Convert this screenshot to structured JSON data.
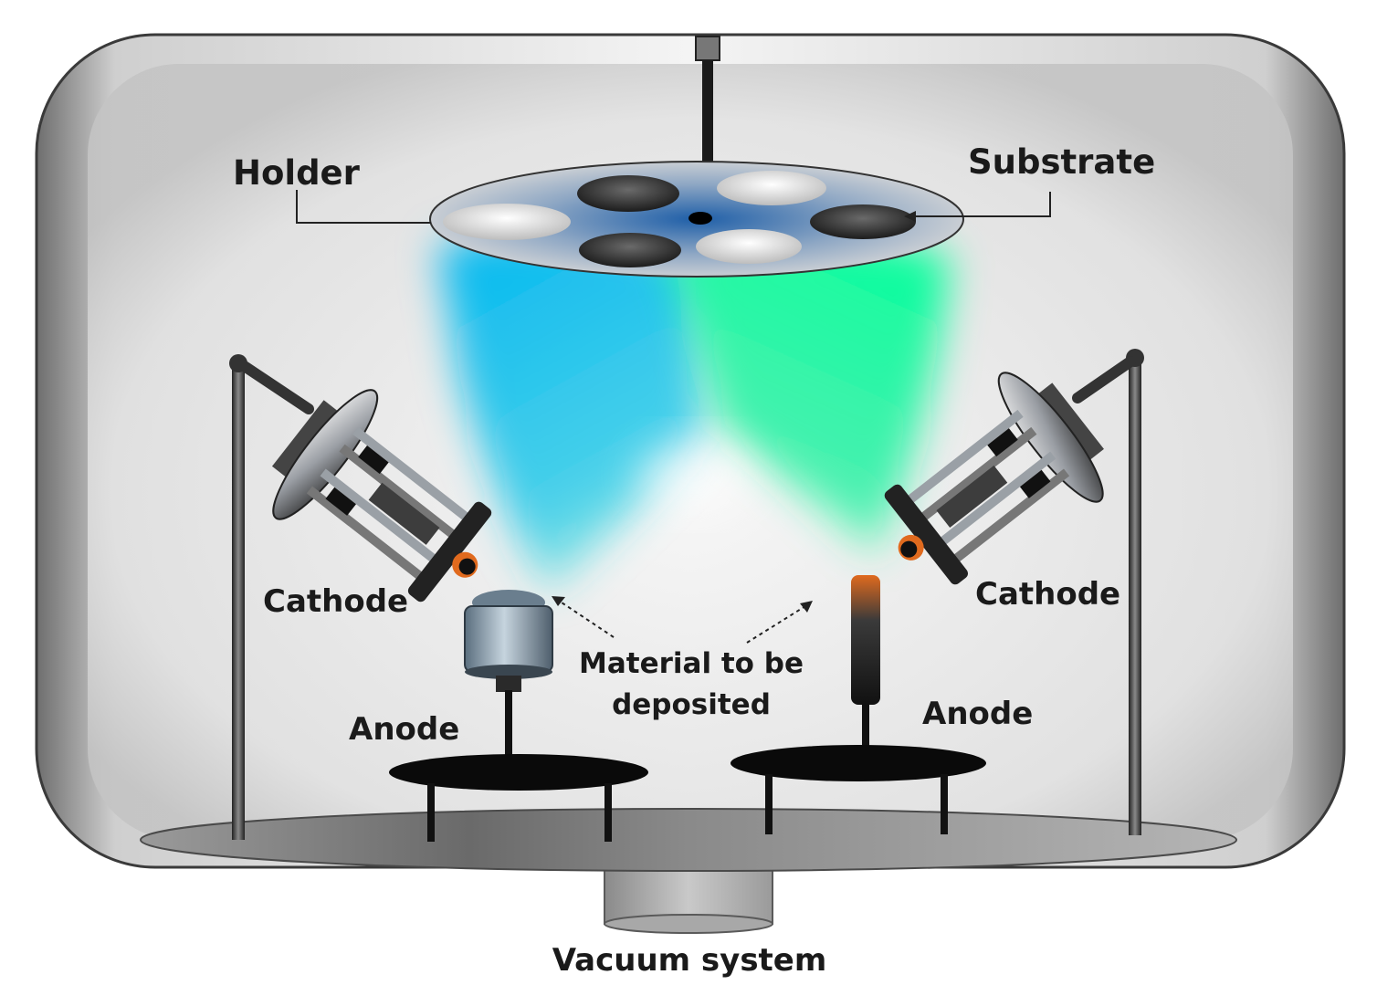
{
  "labels": {
    "holder": "Holder",
    "substrate": "Substrate",
    "cathode_left": "Cathode",
    "cathode_right": "Cathode",
    "material_line1": "Material to be",
    "material_line2": "deposited",
    "anode_left": "Anode",
    "anode_right": "Anode",
    "vacuum": "Vacuum system"
  },
  "colors": {
    "plume_left": "#00b8f0",
    "plume_right": "#00ff99",
    "chamber": "#e9e9e9",
    "holder": "#1f5fa8",
    "anode_plate": "#0a0a0a"
  }
}
